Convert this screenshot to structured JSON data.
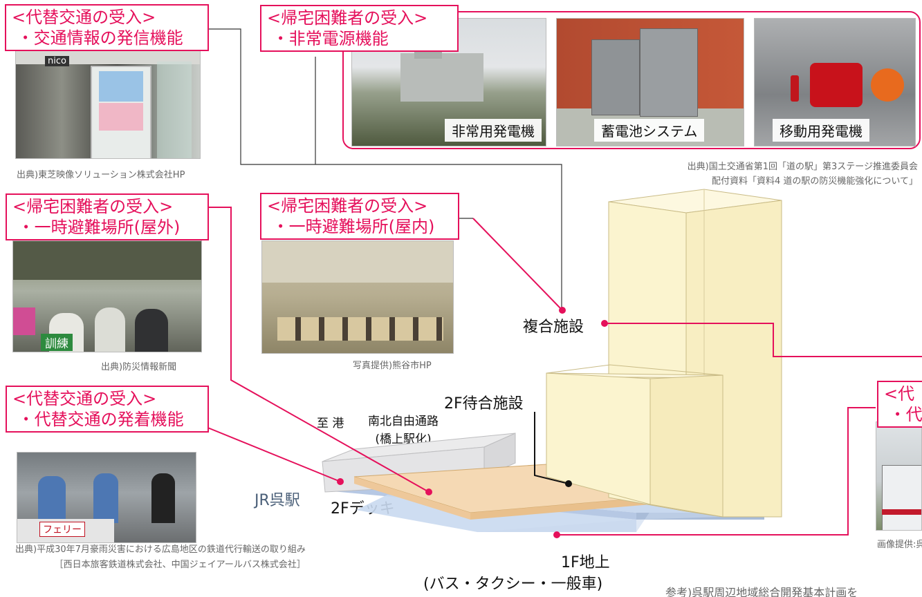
{
  "labels": {
    "transit_info": "<代替交通の受入>\n ・交通情報の発信機能",
    "power": "<帰宅困難者の受入>\n ・非常電源機能",
    "shelter_outdoor": "<帰宅困難者の受入>\n ・一時避難場所(屋外)",
    "shelter_indoor": "<帰宅困難者の受入>\n ・一時避難場所(屋内)",
    "transit_arrival": "<代替交通の受入>\n ・代替交通の発着機能",
    "right_partial": "<代\n ・代"
  },
  "photo_stamps": {
    "generator": "非常用発電機",
    "battery": "蓄電池システム",
    "mobile_generator": "移動用発電機"
  },
  "captions": {
    "toshiba": "出典)東芝映像ソリューション株式会社HP",
    "mlit": "出典)国土交通省第1回「道の駅」第3ステージ推進委員会\n配付資料「資料4 道の駅の防災機能強化について」",
    "bosai": "出典)防災情報新聞",
    "kumagaya": "写真提供)熊谷市HP",
    "jr": "出典)平成30年7月豪雨災害における広島地区の鉄道代行輸送の取り組み\n［西日本旅客鉄道株式会社、中国ジェイアールバス株式会社］",
    "kure": "画像提供:呉工業",
    "reference": "参考)呉駅周辺地域総合開発基本計画を"
  },
  "diagram": {
    "complex_facility": "複合施設",
    "waiting_2f": "2F待合施設",
    "to_port": "至 港",
    "north_south_passage": "南北自由通路\n(橋上駅化)",
    "jr_kure_station": "JR呉駅",
    "deck_2f": "2Fデッキ",
    "ground_1f": "1F地上",
    "vehicles": "(バス・タクシー・一般車)"
  },
  "photo_text": {
    "nico_sign": "nico",
    "training_vest": "訓練",
    "ferry_sign": "フェリー"
  },
  "colors": {
    "accent": "#e5105b",
    "building": "#fbf4cf",
    "deck": "#f5d9b4",
    "ground": "#c9d9ef",
    "station": "#e4e4e6",
    "station_text": "#4a5f78"
  }
}
